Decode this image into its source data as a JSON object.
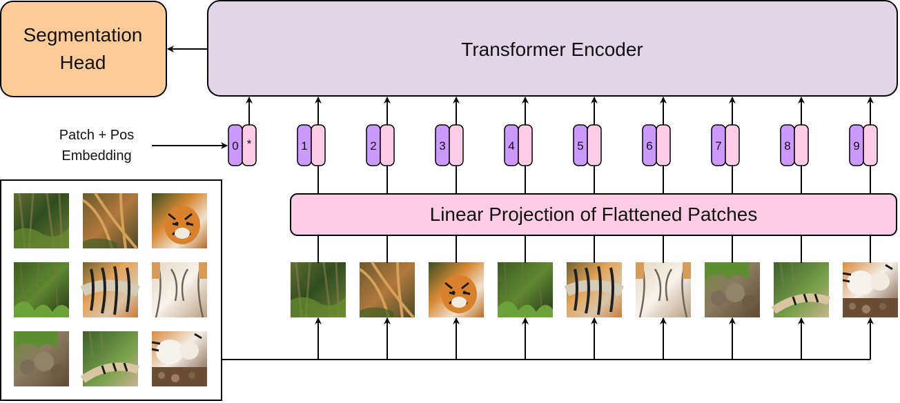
{
  "segmentation_head": {
    "line1": "Segmentation",
    "line2": "Head",
    "fill": "#ffcc99",
    "stroke": "#000000"
  },
  "transformer_encoder": {
    "label": "Transformer Encoder",
    "fill": "#e1d5e7",
    "stroke": "#000000"
  },
  "embedding_label": {
    "line1": "Patch + Pos",
    "line2": "Embedding"
  },
  "linear_projection": {
    "label": "Linear Projection of Flattened Patches",
    "fill": "#ffcce6",
    "stroke": "#000000"
  },
  "tokens": [
    {
      "index": "0",
      "mark": "*"
    },
    {
      "index": "1",
      "mark": ""
    },
    {
      "index": "2",
      "mark": ""
    },
    {
      "index": "3",
      "mark": ""
    },
    {
      "index": "4",
      "mark": ""
    },
    {
      "index": "5",
      "mark": ""
    },
    {
      "index": "6",
      "mark": ""
    },
    {
      "index": "7",
      "mark": ""
    },
    {
      "index": "8",
      "mark": ""
    },
    {
      "index": "9",
      "mark": ""
    }
  ],
  "colors": {
    "position_embedding": "#cc99ff",
    "patch_embedding": "#ffcce6",
    "line": "#000000"
  },
  "patch_images": [
    "forest-background-patch",
    "branches-patch",
    "tiger-face-patch",
    "grass-background-patch",
    "tiger-body-patch",
    "tiger-chest-patch",
    "rocky-ground-patch",
    "grass-and-tail-patch",
    "tiger-paws-patch"
  ]
}
